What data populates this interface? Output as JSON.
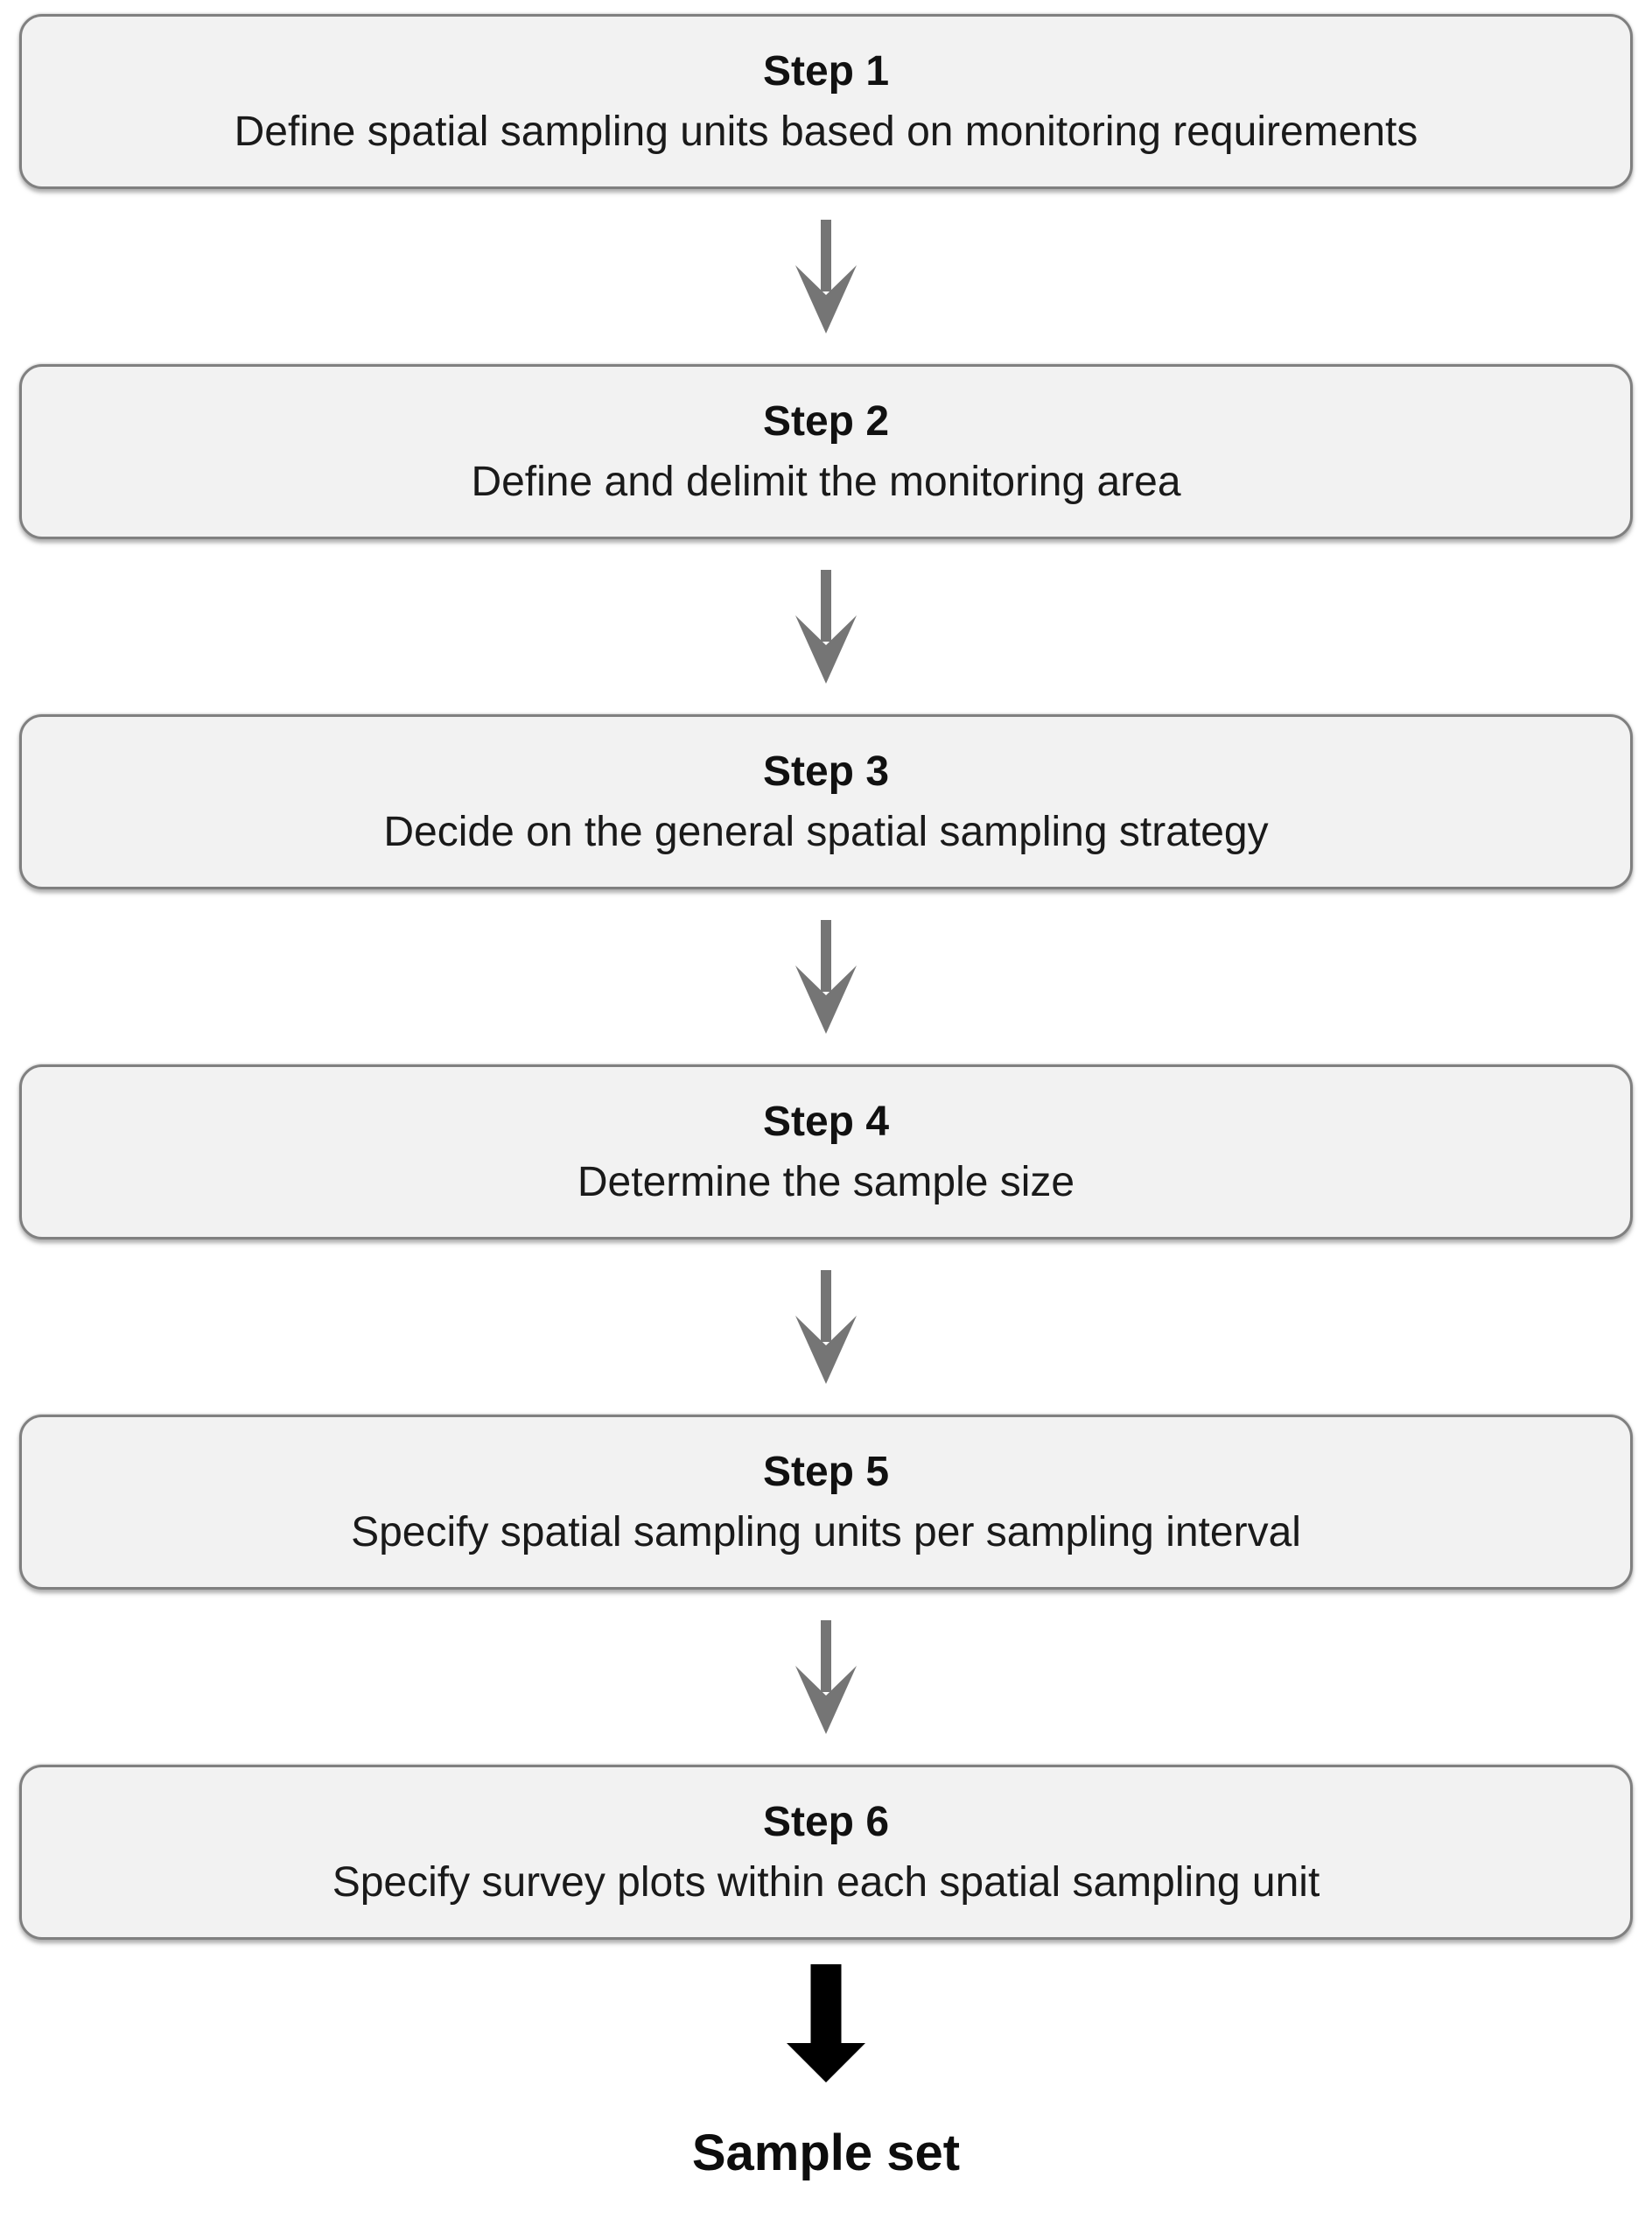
{
  "steps": [
    {
      "title": "Step 1",
      "description": "Define spatial sampling units based on monitoring requirements"
    },
    {
      "title": "Step 2",
      "description": "Define and delimit the monitoring area"
    },
    {
      "title": "Step 3",
      "description": "Decide on the general spatial sampling strategy"
    },
    {
      "title": "Step 4",
      "description": "Determine the sample size"
    },
    {
      "title": "Step 5",
      "description": "Specify spatial sampling units per sampling interval"
    },
    {
      "title": "Step 6",
      "description": "Specify survey plots within each spatial sampling unit"
    }
  ],
  "final_label": "Sample set",
  "icons": {
    "connector": "gray-down-arrow",
    "final": "black-down-arrow"
  },
  "colors": {
    "box_fill": "#f2f2f2",
    "box_border": "#808080",
    "connector_arrow": "#757575",
    "final_arrow": "#000000",
    "text": "#1a1a1a"
  }
}
